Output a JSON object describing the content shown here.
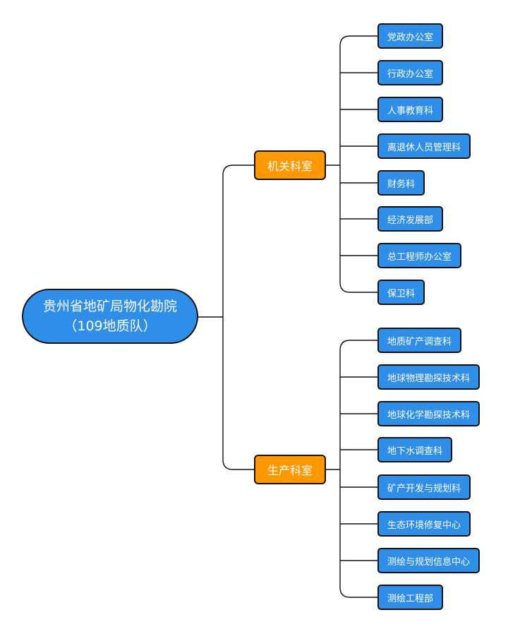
{
  "root": {
    "line1": "贵州省地矿局物化勘院",
    "line2": "（109地质队）"
  },
  "branches": [
    {
      "label": "机关科室",
      "children": [
        "党政办公室",
        "行政办公室",
        "人事教育科",
        "离退休人员管理科",
        "财务科",
        "经济发展部",
        "总工程师办公室",
        "保卫科"
      ]
    },
    {
      "label": "生产科室",
      "children": [
        "地质矿产调查科",
        "地球物理勘探技术科",
        "地球化学勘探技术科",
        "地下水调查科",
        "矿产开发与规划科",
        "生态环境修复中心",
        "测绘与规划信息中心",
        "测绘工程部"
      ]
    }
  ],
  "colors": {
    "root": "#2f8ee8",
    "branch": "#ff9800",
    "leaf": "#2f8ee8",
    "line": "#111111"
  }
}
